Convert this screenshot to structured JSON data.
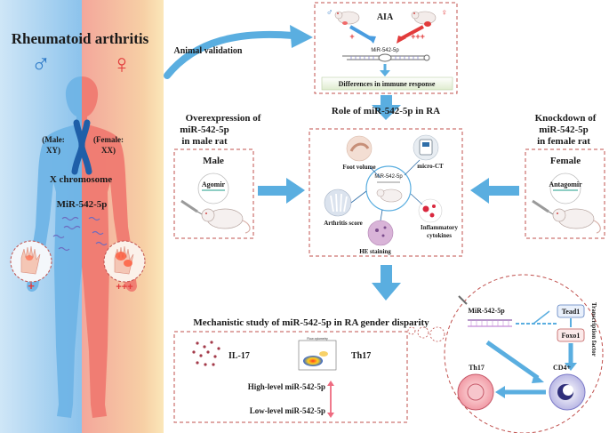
{
  "left_panel": {
    "title": "Rheumatoid arthritis",
    "male_symbol": "♂",
    "female_symbol": "♀",
    "male_label_1": "(Male:",
    "male_label_2": "XY)",
    "female_label_1": "(Female:",
    "female_label_2": "XX)",
    "chromosome_label": "X chromosome",
    "mirna_label": "MiR-542-5p",
    "male_level": "+",
    "female_level": "+++"
  },
  "animal_validation": {
    "label": "Animal validation"
  },
  "aia_box": {
    "title": "AIA",
    "male_level": "+",
    "female_level": "+++",
    "mirna_label": "MiR-542-5p",
    "result": "Differences in immune response"
  },
  "role_title": "Role of miR-542-5p in RA",
  "overexpression": {
    "title_line1": "Overexpression of",
    "title_line2": "miR-542-5p",
    "title_line3": "in male rat",
    "sex": "Male",
    "reagent": "Agomir"
  },
  "knockdown": {
    "title_line1": "Knockdown of",
    "title_line2": "miR-542-5p",
    "title_line3": "in female rat",
    "sex": "Female",
    "reagent": "Antagomir"
  },
  "center_box": {
    "foot_volume": "Foot volume",
    "micro_ct": "micro-CT",
    "mirna_label": "MiR-542-5p",
    "arthritis_score": "Arthritis score",
    "inflammatory_1": "Inflammatory",
    "inflammatory_2": "cytokines",
    "he_staining": "HE staining"
  },
  "mechanism": {
    "title": "Mechanistic study of miR-542-5p in RA gender disparity",
    "il17": "IL-17",
    "th17": "Th17",
    "high_level": "High-level miR-542-5p",
    "low_level": "Low-level miR-542-5p",
    "plot_title": "Flow cytometry"
  },
  "pathway": {
    "mirna_label": "MiR-542-5p",
    "tead1": "Tead1",
    "foxo1": "Foxo1",
    "th17": "Th17",
    "cd4": "CD4+",
    "tf_label": "Transcription factor"
  },
  "colors": {
    "arrow_blue": "#5aaee0",
    "male_blue": "#4a8fd4",
    "female_red": "#e8473e",
    "dashed_red": "#c0504d",
    "chromosome": "#1f5fa8"
  }
}
